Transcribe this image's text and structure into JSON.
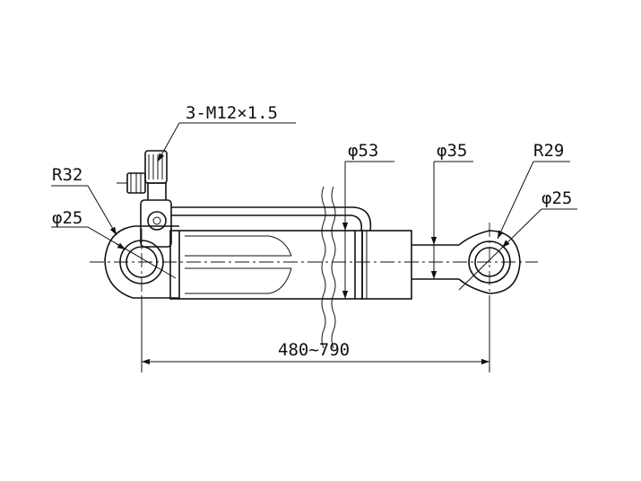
{
  "labels": {
    "thread_spec": "3-M12×1.5",
    "left_radius": "R32",
    "left_bore": "φ25",
    "barrel_diameter": "φ53",
    "rod_diameter": "φ35",
    "right_radius": "R29",
    "right_bore": "φ25",
    "stroke_length": "480~790"
  }
}
